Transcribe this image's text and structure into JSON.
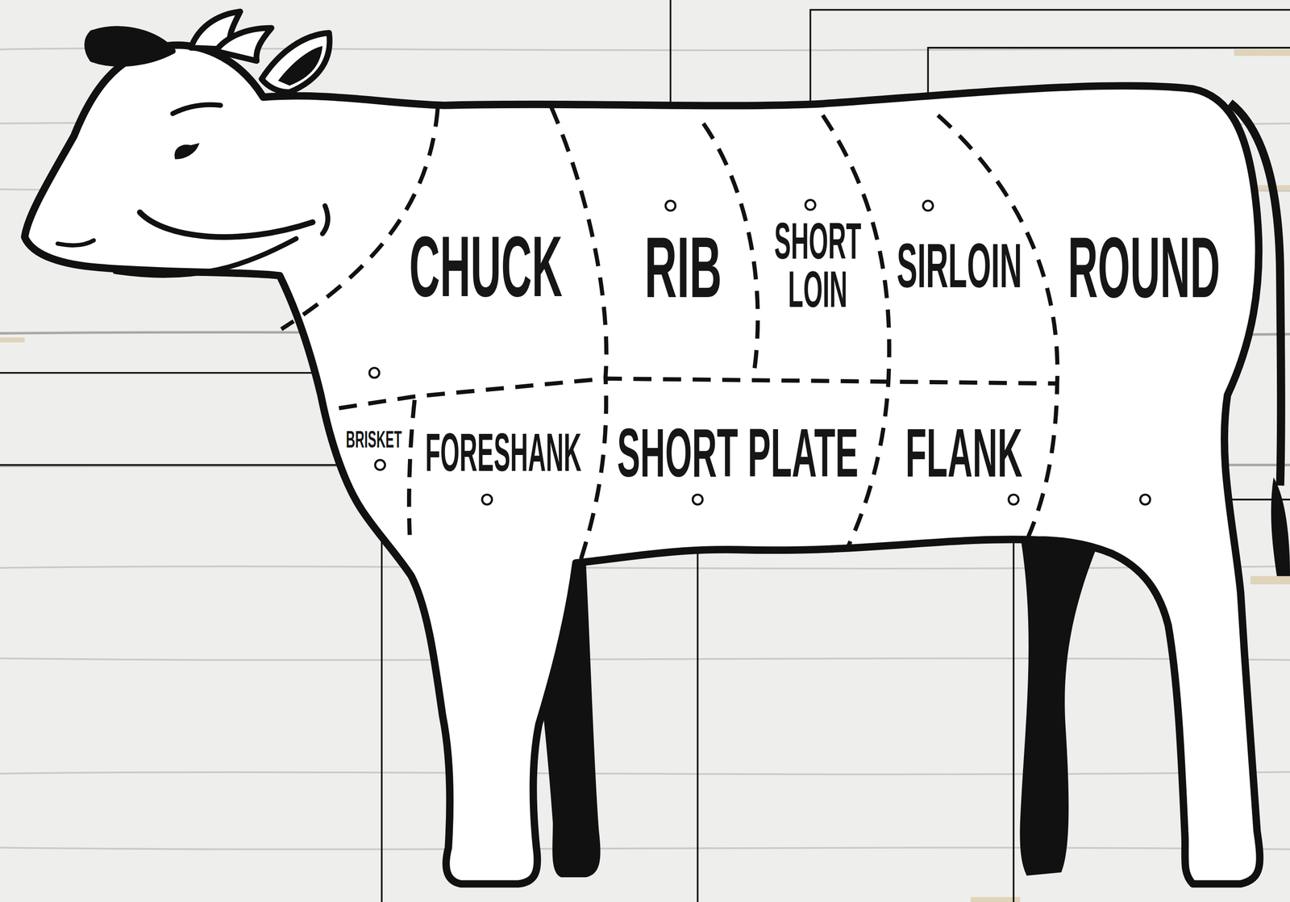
{
  "diagram": {
    "labels": [
      "CHUCK",
      "RIB",
      "SHORT LOIN",
      "SIRLOIN",
      "ROUND",
      "BRISKET",
      "FORESHANK",
      "SHORT PLATE",
      "FLANK"
    ]
  }
}
